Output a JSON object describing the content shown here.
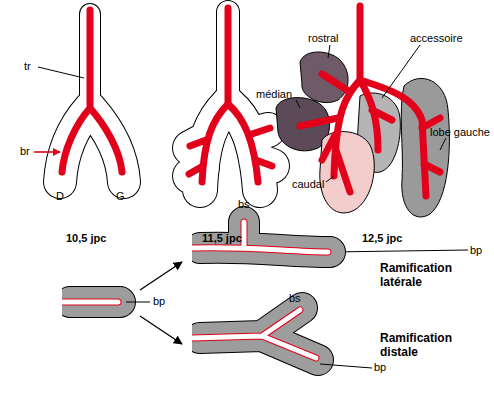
{
  "diagram": {
    "labels": [
      "tr",
      "br",
      "D",
      "G",
      "10,5 jpc",
      "11,5 jpc",
      "rostral",
      "accessoire",
      "médian",
      "lobe gauche",
      "caudal",
      "12,5 jpc",
      "bs",
      "bp",
      "Ramification latérale",
      "bp",
      "bs",
      "Ramification distale",
      "bp"
    ]
  }
}
